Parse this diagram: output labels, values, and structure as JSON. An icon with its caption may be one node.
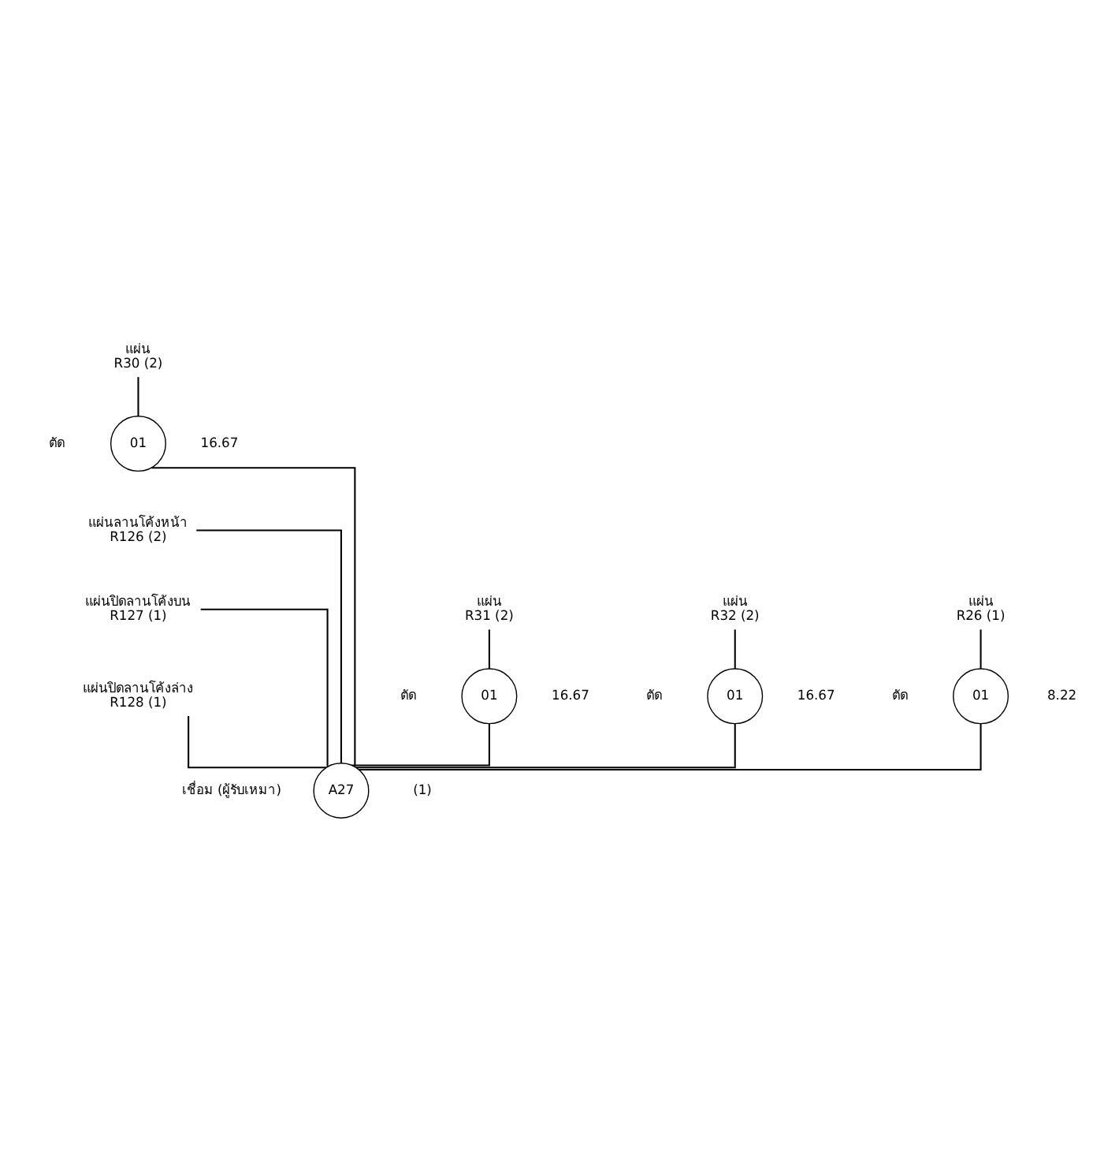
{
  "diagram": {
    "nodes": [
      {
        "text": [
          "แผ่น",
          "R30 (2)"
        ]
      },
      {
        "text": [
          "แผ่น",
          "R31 (2)"
        ]
      },
      {
        "text": [
          "แผ่น",
          "R32 (2)"
        ]
      },
      {
        "text": [
          "แผ่น",
          "R26 (1)"
        ]
      },
      {
        "text": [
          "01"
        ],
        "beside": [
          "ตัด",
          "16.67"
        ]
      },
      {
        "text": [
          "01"
        ],
        "beside": [
          "ตัด",
          "16.67"
        ]
      },
      {
        "text": [
          "01"
        ],
        "beside": [
          "ตัด",
          "16.67"
        ]
      },
      {
        "text": [
          "01"
        ],
        "beside": [
          "ตัด",
          "8.22"
        ]
      },
      {
        "text": [
          "แผ่นลานโค้งหน้า",
          "R126 (2)"
        ]
      },
      {
        "text": [
          "แผ่นปิดลานโค้งบน",
          "R127 (1)"
        ]
      },
      {
        "text": [
          "แผ่นปิดลานโค้งล่าง",
          "R128 (1)"
        ]
      },
      {
        "text": [
          "A27"
        ],
        "beside": [
          "เชื่อม (ผู้รับเหมา)",
          "(1)"
        ]
      }
    ],
    "edges": [
      {
        "from": 0,
        "to": 4,
        "arrow": "none"
      },
      {
        "from": 1,
        "to": 5,
        "arrow": "none"
      },
      {
        "from": 2,
        "to": 6,
        "arrow": "none"
      },
      {
        "from": 3,
        "to": 7,
        "arrow": "none"
      },
      {
        "from": 4,
        "to": 11,
        "arrow": "none"
      },
      {
        "from": 5,
        "to": 11,
        "arrow": "none"
      },
      {
        "from": 6,
        "to": 11,
        "arrow": "none"
      },
      {
        "from": 7,
        "to": 11,
        "arrow": "none"
      },
      {
        "from": 8,
        "to": 11,
        "arrow": "none"
      },
      {
        "from": 9,
        "to": 11,
        "arrow": "none"
      },
      {
        "from": 10,
        "to": 11,
        "arrow": "none"
      }
    ]
  }
}
